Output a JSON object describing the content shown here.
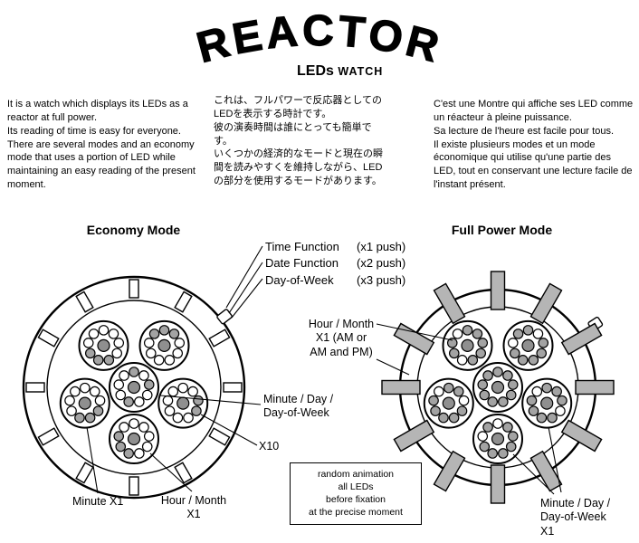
{
  "logo": {
    "title": "REACTOR",
    "subtitle_leds": "LEDs",
    "subtitle_watch": " WATCH"
  },
  "intro": {
    "english": "It is a watch which displays its LEDs as a reactor at full power.\nIts reading of time is easy for everyone.\nThere are several modes and an economy mode that uses a portion of LED while maintaining an easy reading of the present moment.",
    "japanese": "これは、フルパワーで反応器としてのLEDを表示する時計です。\n彼の演奏時間は誰にとっても簡単です。\nいくつかの経済的なモードと現在の瞬間を読みやすくを維持しながら、LEDの部分を使用するモードがあります。",
    "french": "C'est une Montre qui affiche ses LED comme un réacteur à pleine puissance.\nSa lecture de l'heure est facile pour tous.\nIl existe plusieurs modes et un mode économique qui utilise qu'une partie des LED, tout en conservant une lecture facile de l'instant présent."
  },
  "modes": {
    "economy": "Economy Mode",
    "full_power": "Full Power Mode"
  },
  "callouts": {
    "functions": [
      {
        "label": "Time Function",
        "push": "(x1 push)"
      },
      {
        "label": "Date Function",
        "push": "(x2 push)"
      },
      {
        "label": "Day-of-Week",
        "push": "(x3 push)"
      }
    ],
    "hour_month_full": [
      "Hour / Month",
      "X1 (AM or",
      "AM and PM)"
    ],
    "minute_day_dow_economy": [
      "Minute / Day /",
      "Day-of-Week"
    ],
    "x10": "X10",
    "minute_x1": "Minute X1",
    "hour_month_economy": [
      "Hour / Month",
      "X1"
    ],
    "note": [
      "random animation",
      "all LEDs",
      "before fixation",
      "at the precise moment"
    ],
    "minute_day_dow_full": [
      "Minute / Day /",
      "Day-of-Week",
      "X1"
    ]
  },
  "diagram": {
    "colors": {
      "led_on": "#a3a3a3",
      "led_center": "#8f8f8f",
      "tick_fill": "#b5b5b5",
      "outline": "#000000",
      "face": "#ffffff"
    },
    "economy": {
      "tick_style": "outline",
      "cluster_order": [
        "center",
        "upper-left",
        "upper-right",
        "right",
        "bottom",
        "left"
      ],
      "cluster_patterns": [
        [
          0,
          2,
          5
        ],
        [
          4,
          5,
          6
        ],
        [
          0,
          1,
          8
        ],
        [
          2,
          3
        ],
        [
          5,
          6,
          7
        ],
        [
          3,
          4,
          5
        ]
      ]
    },
    "full_power": {
      "tick_style": "filled",
      "cluster_order": [
        "center",
        "upper-left",
        "upper-right",
        "right",
        "bottom",
        "left"
      ],
      "cluster_patterns": [
        [
          0,
          1,
          2,
          3,
          4,
          5,
          6,
          7,
          8
        ],
        [
          0,
          1,
          2,
          3,
          4,
          6,
          7
        ],
        [
          0,
          2,
          3,
          4,
          5,
          6,
          8
        ],
        [
          0,
          1,
          2,
          4,
          5,
          6,
          7
        ],
        [
          1,
          2,
          3,
          4,
          5,
          6,
          8
        ],
        [
          0,
          1,
          3,
          4,
          5,
          6,
          7
        ]
      ]
    }
  }
}
